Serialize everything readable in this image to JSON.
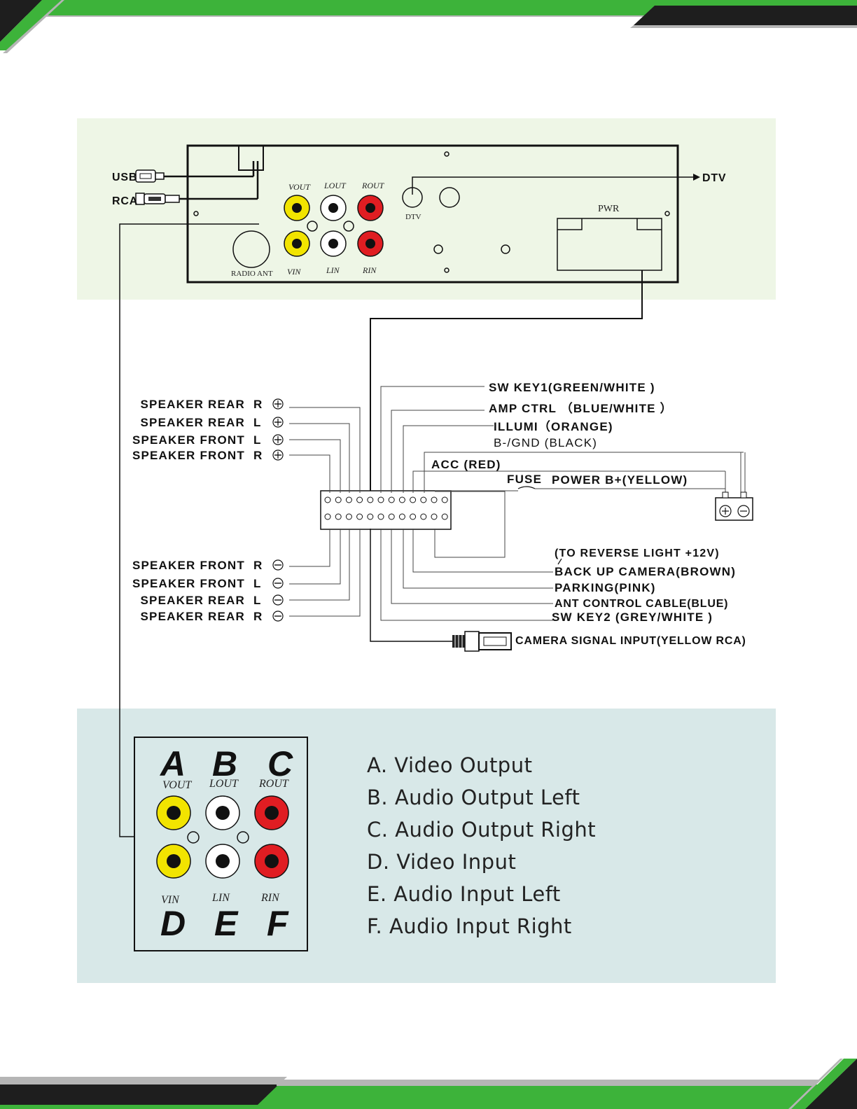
{
  "colors": {
    "brand_green": "#3db33a",
    "dark_band": "#1e1e1e",
    "panel_top_bg": "#eef6e6",
    "panel_bottom_bg": "#d8e8e8",
    "rca_yellow": "#f2e400",
    "rca_red": "#e01d22",
    "rca_white": "#ffffff"
  },
  "head_unit": {
    "usb_label": "USB",
    "rca_label": "RCA",
    "dtv_out_label": "DTV",
    "dtv_jack_label": "DTV",
    "pwr_label": "PWR",
    "radio_ant_label": "RADIO ANT",
    "jacks": {
      "vout": "VOUT",
      "lout": "LOUT",
      "rout": "ROUT",
      "vin": "VIN",
      "lin": "LIN",
      "rin": "RIN"
    }
  },
  "speakers_positive": [
    {
      "label": "SPEAKER  REAR",
      "side": "R",
      "icon": "plus-circle-icon"
    },
    {
      "label": "SPEAKER  REAR",
      "side": "L",
      "icon": "plus-circle-icon"
    },
    {
      "label": "SPEAKER  FRONT",
      "side": "L",
      "icon": "plus-circle-icon"
    },
    {
      "label": "SPEAKER  FRONT",
      "side": "R",
      "icon": "plus-circle-icon"
    }
  ],
  "speakers_negative": [
    {
      "label": "SPEAKER  FRONT",
      "side": "R",
      "icon": "minus-circle-icon"
    },
    {
      "label": "SPEAKER  FRONT",
      "side": "L",
      "icon": "minus-circle-icon"
    },
    {
      "label": "SPEAKER  REAR",
      "side": "L",
      "icon": "minus-circle-icon"
    },
    {
      "label": "SPEAKER  REAR",
      "side": "R",
      "icon": "minus-circle-icon"
    }
  ],
  "right_wires_top": [
    "SW  KEY1(GREEN/WHITE )",
    "AMP CTRL （BLUE/WHITE ）",
    "ILLUMI（ORANGE)",
    "B-/GND      (BLACK)",
    "ACC (RED)"
  ],
  "fuse_label": "FUSE",
  "power_label": "POWER B+(YELLOW)",
  "right_wires_bottom": [
    "(TO REVERSE LIGHT +12V)",
    "BACK UP CAMERA(BROWN)",
    "PARKING(PINK)",
    "ANT  CONTROL  CABLE(BLUE)",
    "SW  KEY2  (GREY/WHITE )",
    "CAMERA  SIGNAL  INPUT(YELLOW  RCA)"
  ],
  "detail_letters": {
    "a": "A",
    "b": "B",
    "c": "C",
    "d": "D",
    "e": "E",
    "f": "F"
  },
  "legend": [
    "A. Video Output",
    "B. Audio Output Left",
    "C. Audio Output Right",
    "D. Video Input",
    "E. Audio Input Left",
    "F. Audio Input Right"
  ]
}
